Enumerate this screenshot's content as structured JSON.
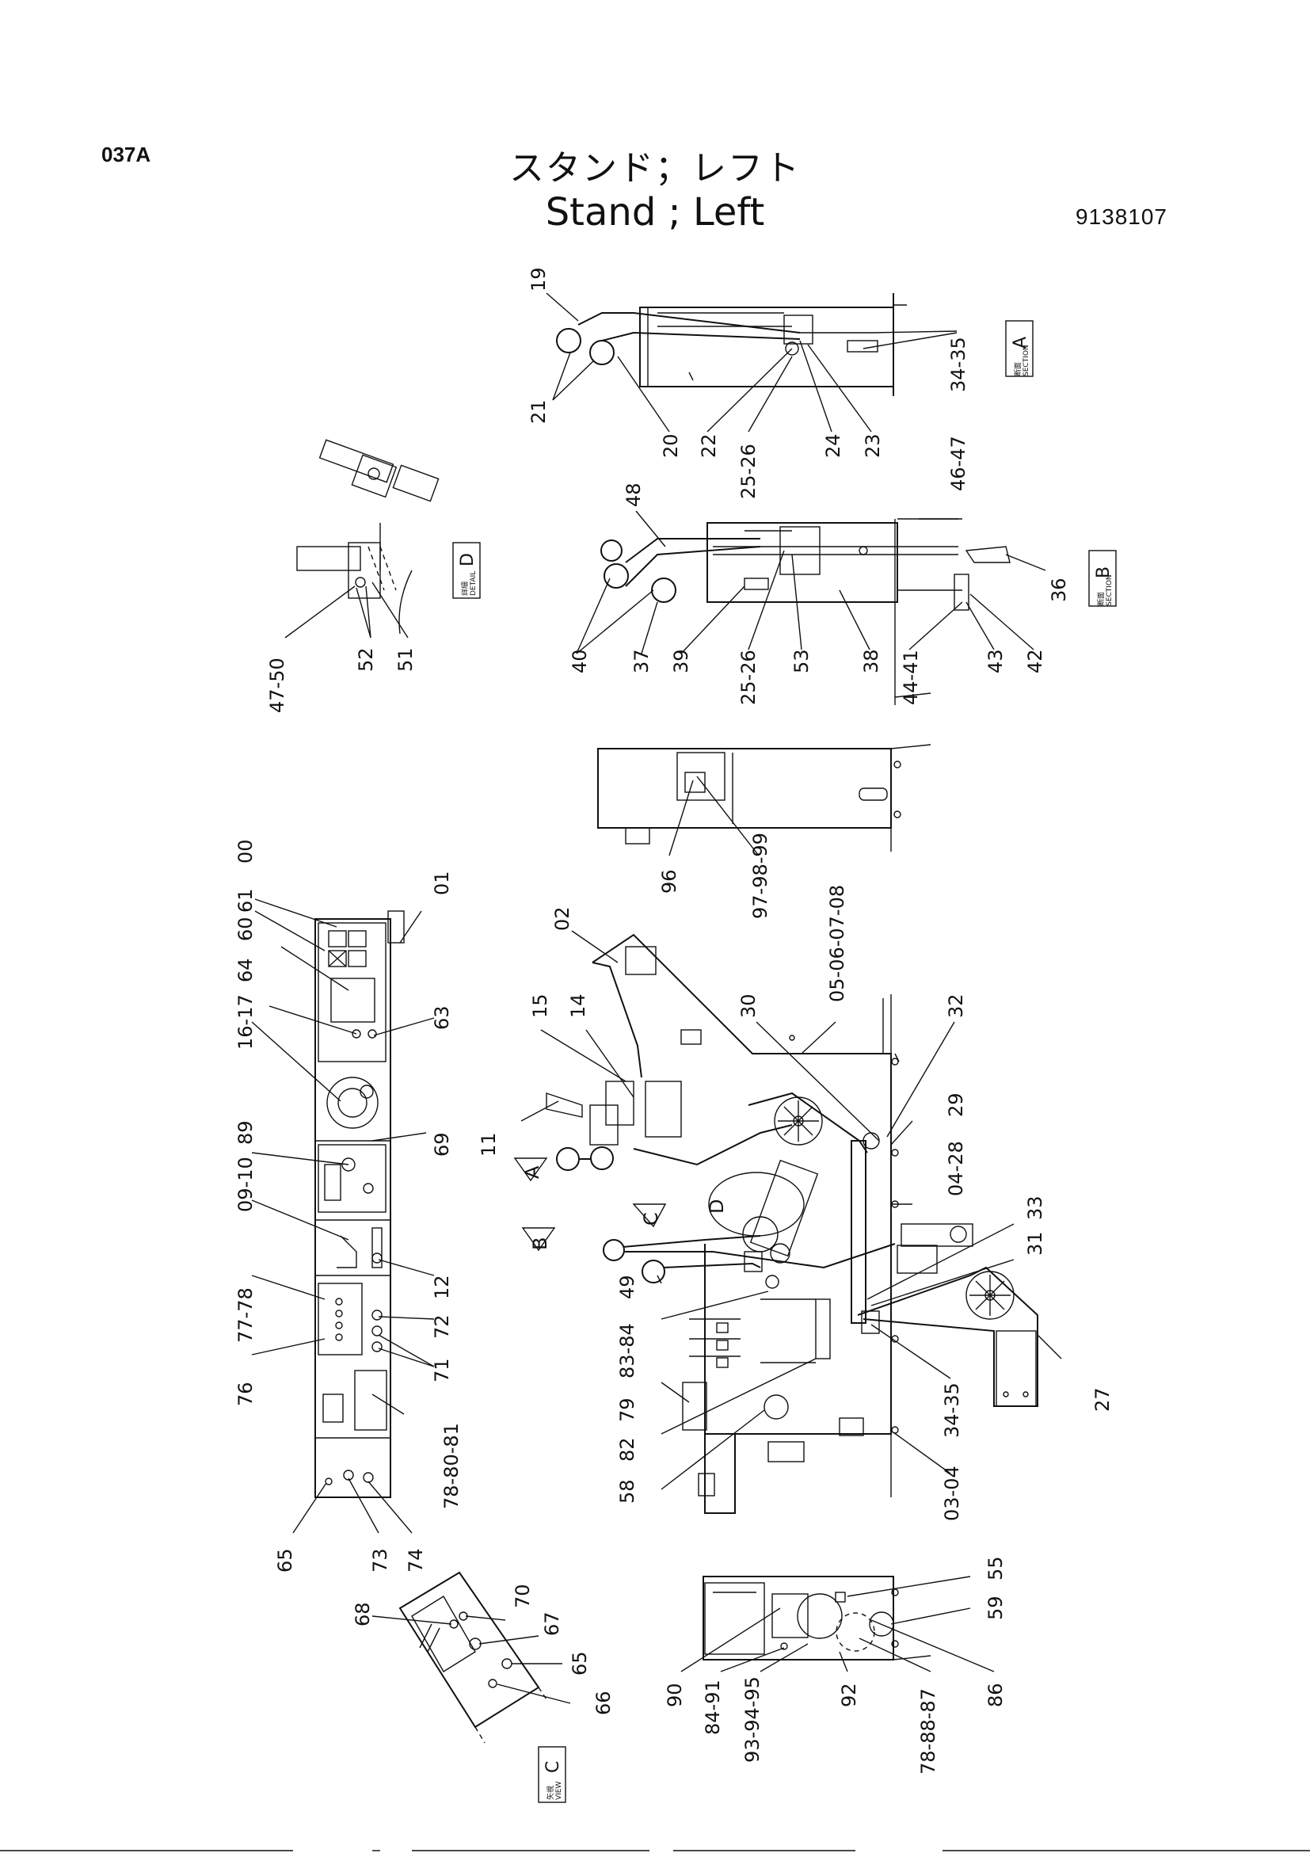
{
  "header": {
    "page_code": "037A",
    "title_jp": "スタンド；レフト",
    "title_en": "Stand ; Left",
    "doc_number": "9138107"
  },
  "views": {
    "section_a": {
      "tag": "A",
      "jp": "断面",
      "en": "SECTION"
    },
    "section_b": {
      "tag": "B",
      "jp": "断面",
      "en": "SECTION"
    },
    "detail_d": {
      "tag": "D",
      "jp": "詳細",
      "en": "DETAIL"
    },
    "view_c": {
      "tag": "C",
      "jp": "矢視",
      "en": "VIEW"
    },
    "arrow_a": "A",
    "arrow_b": "B",
    "arrow_c": "C",
    "mark_d": "D"
  },
  "callouts": {
    "c19": "19",
    "c21": "21",
    "c20": "20",
    "c22": "22",
    "c25_26a": "25-26",
    "c24": "24",
    "c23": "23",
    "c46_47": "46-47",
    "c34_35a": "34-35",
    "c35a": "34-35",
    "c48": "48",
    "c40": "40",
    "c37": "37",
    "c39": "39",
    "c25_26b": "25-26",
    "c53": "53",
    "c38": "38",
    "c44_41": "44-41",
    "c43": "43",
    "c42": "42",
    "c36": "36",
    "c47_50": "47-50",
    "c52": "52",
    "c51": "51",
    "c96": "96",
    "c97_98_99": "97-98-99",
    "c00": "00",
    "c61": "61",
    "c60": "60",
    "c64": "64",
    "c16_17": "16-17",
    "c89": "89",
    "c09_10": "09-10",
    "c77_78": "77-78",
    "c76": "76",
    "c78_80_81": "78-80-81",
    "c65a": "65",
    "c73": "73",
    "c74": "74",
    "c01": "01",
    "c63": "63",
    "c69": "69",
    "c12": "12",
    "c72": "72",
    "c71": "71",
    "c02": "02",
    "c15": "15",
    "c14": "14",
    "c11": "11",
    "c05_06_07_08": "05-06-07-08",
    "c30": "30",
    "c32": "32",
    "c29": "29",
    "c04_28": "04-28",
    "c33": "33",
    "c31": "31",
    "c49": "49",
    "c83_84": "83-84",
    "c79": "79",
    "c82": "82",
    "c58": "58",
    "c34_35b": "34-35",
    "c27": "27",
    "c03_04": "03-04",
    "c68": "68",
    "c70": "70",
    "c67": "67",
    "c65b": "65",
    "c66": "66",
    "c90": "90",
    "c84_91": "84-91",
    "c93_94_95": "93-94-95",
    "c92": "92",
    "c78_88_87": "78-88-87",
    "c86": "86",
    "c55": "55",
    "c59": "59"
  }
}
